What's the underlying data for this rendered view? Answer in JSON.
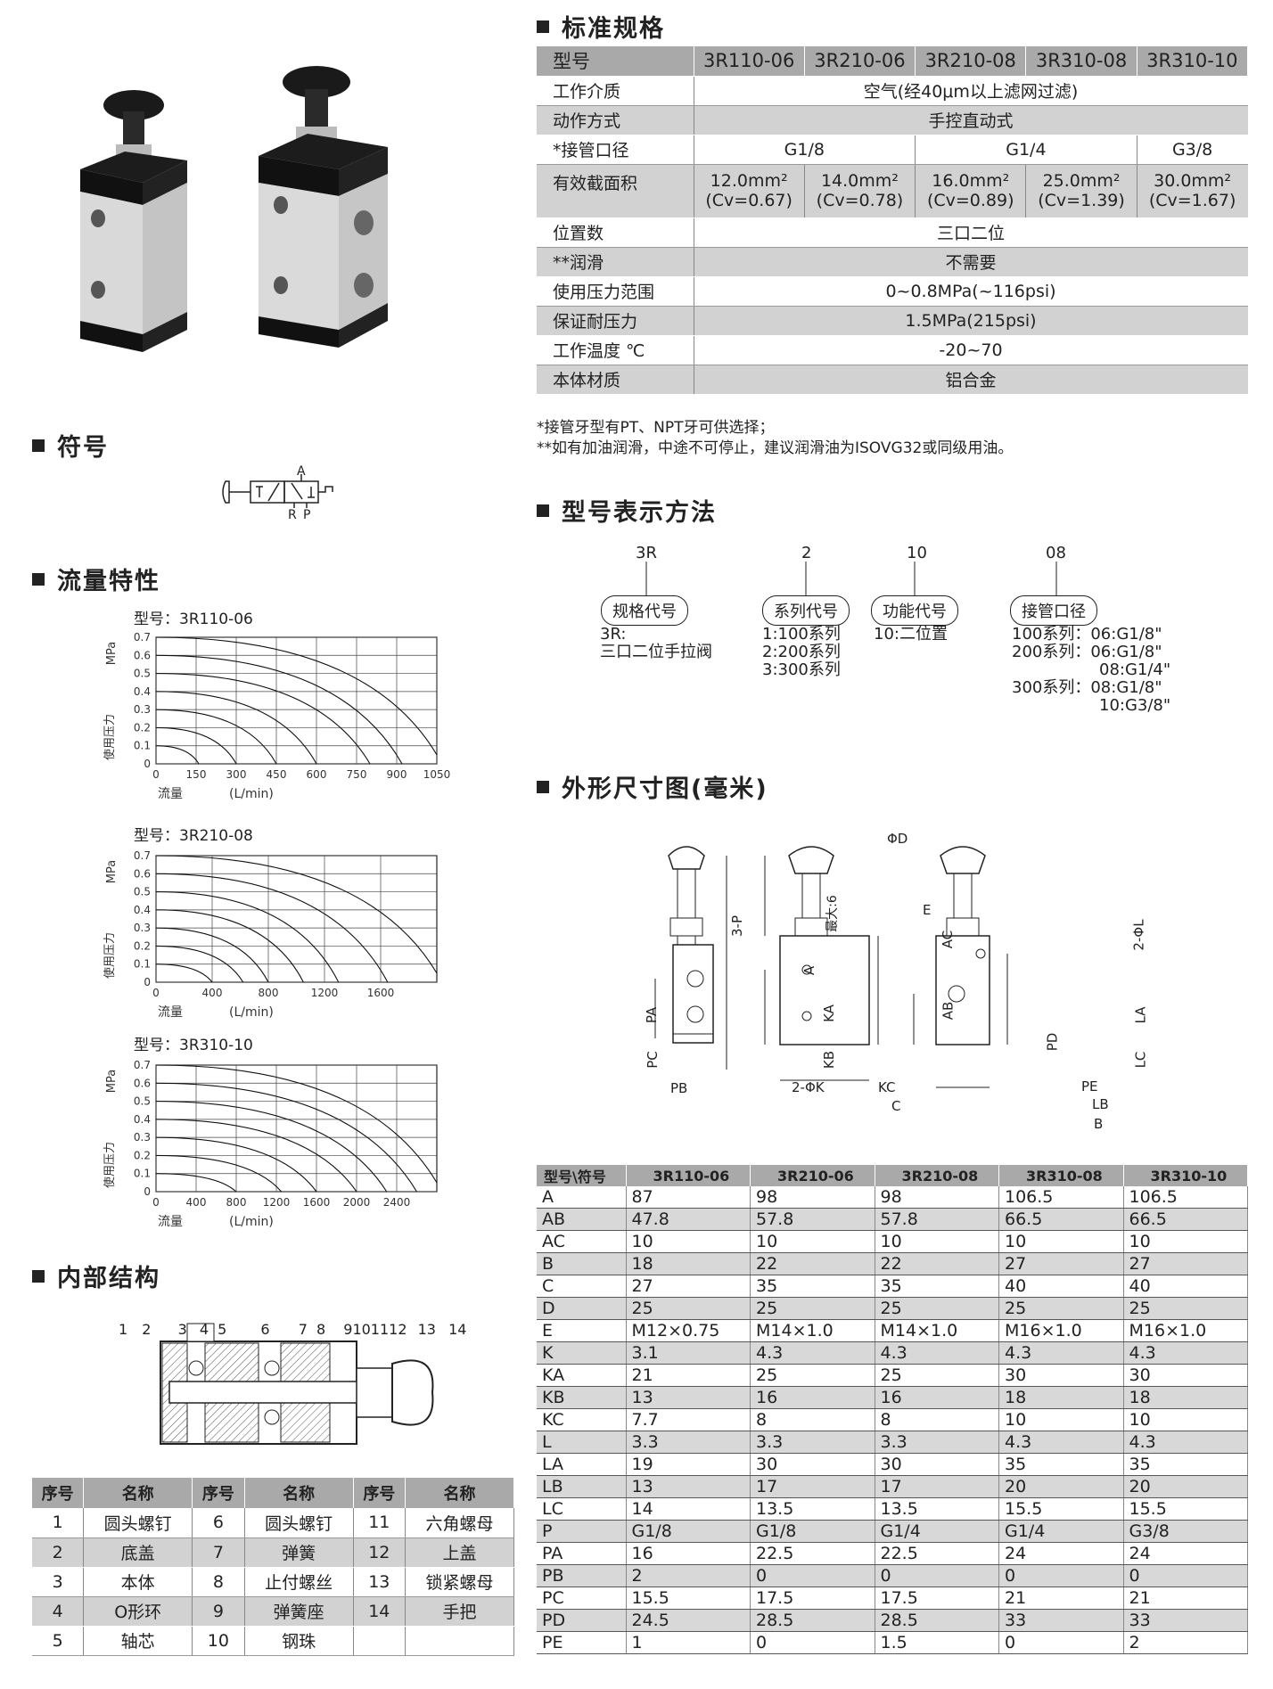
{
  "sections": {
    "spec": "标准规格",
    "symbol": "符号",
    "flow": "流量特性",
    "internal": "内部结构",
    "model": "型号表示方法",
    "dims": "外形尺寸图(毫米)"
  },
  "spec_table": {
    "header_label": "型号",
    "models": [
      "3R110-06",
      "3R210-06",
      "3R210-08",
      "3R310-08",
      "3R310-10"
    ],
    "rows": {
      "medium_label": "工作介质",
      "medium": "空气(经40μm以上滤网过滤)",
      "action_label": "动作方式",
      "action": "手控直动式",
      "port_label": "*接管口径",
      "port_g18": "G1/8",
      "port_g14": "G1/4",
      "port_g38": "G3/8",
      "area_label": "有效截面积",
      "areas": [
        {
          "mm": "12.0mm²",
          "cv": "(Cv=0.67)"
        },
        {
          "mm": "14.0mm²",
          "cv": "(Cv=0.78)"
        },
        {
          "mm": "16.0mm²",
          "cv": "(Cv=0.89)"
        },
        {
          "mm": "25.0mm²",
          "cv": "(Cv=1.39)"
        },
        {
          "mm": "30.0mm²",
          "cv": "(Cv=1.67)"
        }
      ],
      "positions_label": "位置数",
      "positions": "三口二位",
      "lube_label": "**润滑",
      "lube": "不需要",
      "pressure_label": "使用压力范围",
      "pressure": "0~0.8MPa(~116psi)",
      "proof_label": "保证耐压力",
      "proof": "1.5MPa(215psi)",
      "temp_label": "工作温度 ℃",
      "temp": "-20~70",
      "material_label": "本体材质",
      "material": "铝合金"
    },
    "note1": "*接管牙型有PT、NPT牙可供选择；",
    "note2": "**如有加油润滑，中途不可停止，建议润滑油为ISOVG32或同级用油。"
  },
  "symbol_labels": {
    "a": "A",
    "r": "R",
    "p": "P"
  },
  "charts_common": {
    "ylabel": "使用压力",
    "yunit": "MPa",
    "xlabel": "流量",
    "xunit": "(L/min)",
    "yticks": [
      "0.7",
      "0.6",
      "0.5",
      "0.4",
      "0.3",
      "0.2",
      "0.1",
      "0"
    ]
  },
  "chart_data": [
    {
      "type": "line",
      "title": "型号：3R110-06",
      "xticks": [
        "0",
        "150",
        "300",
        "450",
        "600",
        "750",
        "900",
        "1050"
      ],
      "xlim": [
        0,
        1050
      ],
      "ylim": [
        0,
        0.7
      ],
      "series": [
        {
          "start_pressure": 0.7,
          "x": [
            0,
            1050
          ],
          "y": [
            0.7,
            0.05
          ]
        },
        {
          "start_pressure": 0.6,
          "x": [
            0,
            920
          ],
          "y": [
            0.6,
            0
          ]
        },
        {
          "start_pressure": 0.5,
          "x": [
            0,
            800
          ],
          "y": [
            0.5,
            0
          ]
        },
        {
          "start_pressure": 0.4,
          "x": [
            0,
            600
          ],
          "y": [
            0.4,
            0
          ]
        },
        {
          "start_pressure": 0.3,
          "x": [
            0,
            450
          ],
          "y": [
            0.3,
            0
          ]
        },
        {
          "start_pressure": 0.2,
          "x": [
            0,
            300
          ],
          "y": [
            0.2,
            0
          ]
        },
        {
          "start_pressure": 0.1,
          "x": [
            0,
            160
          ],
          "y": [
            0.1,
            0
          ]
        }
      ]
    },
    {
      "type": "line",
      "title": "型号：3R210-08",
      "xticks": [
        "0",
        "400",
        "800",
        "1200",
        "1600"
      ],
      "xlim": [
        0,
        2000
      ],
      "ylim": [
        0,
        0.7
      ],
      "series": [
        {
          "start_pressure": 0.7,
          "x": [
            0,
            2000
          ],
          "y": [
            0.7,
            0.05
          ]
        },
        {
          "start_pressure": 0.6,
          "x": [
            0,
            1650
          ],
          "y": [
            0.6,
            0
          ]
        },
        {
          "start_pressure": 0.5,
          "x": [
            0,
            1300
          ],
          "y": [
            0.5,
            0
          ]
        },
        {
          "start_pressure": 0.4,
          "x": [
            0,
            1050
          ],
          "y": [
            0.4,
            0
          ]
        },
        {
          "start_pressure": 0.3,
          "x": [
            0,
            800
          ],
          "y": [
            0.3,
            0
          ]
        },
        {
          "start_pressure": 0.2,
          "x": [
            0,
            620
          ],
          "y": [
            0.2,
            0
          ]
        },
        {
          "start_pressure": 0.1,
          "x": [
            0,
            400
          ],
          "y": [
            0.1,
            0
          ]
        }
      ]
    },
    {
      "type": "line",
      "title": "型号：3R310-10",
      "xticks": [
        "0",
        "400",
        "800",
        "1200",
        "1600",
        "2000",
        "2400"
      ],
      "xlim": [
        0,
        2800
      ],
      "ylim": [
        0,
        0.7
      ],
      "series": [
        {
          "start_pressure": 0.7,
          "x": [
            0,
            2800
          ],
          "y": [
            0.7,
            0.05
          ]
        },
        {
          "start_pressure": 0.6,
          "x": [
            0,
            2600
          ],
          "y": [
            0.6,
            0
          ]
        },
        {
          "start_pressure": 0.5,
          "x": [
            0,
            2300
          ],
          "y": [
            0.5,
            0
          ]
        },
        {
          "start_pressure": 0.4,
          "x": [
            0,
            2000
          ],
          "y": [
            0.4,
            0
          ]
        },
        {
          "start_pressure": 0.3,
          "x": [
            0,
            1600
          ],
          "y": [
            0.3,
            0
          ]
        },
        {
          "start_pressure": 0.2,
          "x": [
            0,
            1250
          ],
          "y": [
            0.2,
            0
          ]
        },
        {
          "start_pressure": 0.1,
          "x": [
            0,
            800
          ],
          "y": [
            0.1,
            0
          ]
        }
      ]
    }
  ],
  "internal_numbers": [
    "1",
    "2",
    "3",
    "4",
    "5",
    "6",
    "7",
    "8",
    "9",
    "10",
    "11",
    "12",
    "13",
    "14"
  ],
  "parts_table": {
    "headers": [
      "序号",
      "名称",
      "序号",
      "名称",
      "序号",
      "名称"
    ],
    "rows": [
      [
        "1",
        "圆头螺钉",
        "6",
        "圆头螺钉",
        "11",
        "六角螺母"
      ],
      [
        "2",
        "底盖",
        "7",
        "弹簧",
        "12",
        "上盖"
      ],
      [
        "3",
        "本体",
        "8",
        "止付螺丝",
        "13",
        "锁紧螺母"
      ],
      [
        "4",
        "O形环",
        "9",
        "弹簧座",
        "14",
        "手把"
      ],
      [
        "5",
        "轴芯",
        "10",
        "钢珠",
        "",
        ""
      ]
    ]
  },
  "model_code": {
    "c1": "3R",
    "c2": "2",
    "c3": "10",
    "c4": "08",
    "p1": "规格代号",
    "p2": "系列代号",
    "p3": "功能代号",
    "p4": "接管口径",
    "d1": [
      "3R:",
      "三口二位手拉阀"
    ],
    "d2": [
      "1:100系列",
      "2:200系列",
      "3:300系列"
    ],
    "d3": [
      "10:二位置"
    ],
    "d4": [
      "100系列：06:G1/8\"",
      "200系列：06:G1/8\"",
      "08:G1/4\"",
      "300系列：08:G1/8\"",
      "10:G3/8\""
    ]
  },
  "drawing_labels": {
    "p3": "3-P",
    "pa": "PA",
    "pc": "PC",
    "pb": "PB",
    "od": "ΦD",
    "max6": "最大:6",
    "e": "E",
    "ac": "AC",
    "a": "A",
    "ka": "KA",
    "ab": "AB",
    "kb": "KB",
    "k2": "2-ΦK",
    "kc": "KC",
    "c": "C",
    "l2": "2-ΦL",
    "la": "LA",
    "pd": "PD",
    "lc": "LC",
    "pe": "PE",
    "lb": "LB",
    "b": "B"
  },
  "dims_table": {
    "headers": [
      "型号\\符号",
      "3R110-06",
      "3R210-06",
      "3R210-08",
      "3R310-08",
      "3R310-10"
    ],
    "rows": [
      [
        "A",
        "87",
        "98",
        "98",
        "106.5",
        "106.5"
      ],
      [
        "AB",
        "47.8",
        "57.8",
        "57.8",
        "66.5",
        "66.5"
      ],
      [
        "AC",
        "10",
        "10",
        "10",
        "10",
        "10"
      ],
      [
        "B",
        "18",
        "22",
        "22",
        "27",
        "27"
      ],
      [
        "C",
        "27",
        "35",
        "35",
        "40",
        "40"
      ],
      [
        "D",
        "25",
        "25",
        "25",
        "25",
        "25"
      ],
      [
        "E",
        "M12×0.75",
        "M14×1.0",
        "M14×1.0",
        "M16×1.0",
        "M16×1.0"
      ],
      [
        "K",
        "3.1",
        "4.3",
        "4.3",
        "4.3",
        "4.3"
      ],
      [
        "KA",
        "21",
        "25",
        "25",
        "30",
        "30"
      ],
      [
        "KB",
        "13",
        "16",
        "16",
        "18",
        "18"
      ],
      [
        "KC",
        "7.7",
        "8",
        "8",
        "10",
        "10"
      ],
      [
        "L",
        "3.3",
        "3.3",
        "3.3",
        "4.3",
        "4.3"
      ],
      [
        "LA",
        "19",
        "30",
        "30",
        "35",
        "35"
      ],
      [
        "LB",
        "13",
        "17",
        "17",
        "20",
        "20"
      ],
      [
        "LC",
        "14",
        "13.5",
        "13.5",
        "15.5",
        "15.5"
      ],
      [
        "P",
        "G1/8",
        "G1/8",
        "G1/4",
        "G1/4",
        "G3/8"
      ],
      [
        "PA",
        "16",
        "22.5",
        "22.5",
        "24",
        "24"
      ],
      [
        "PB",
        "2",
        "0",
        "0",
        "0",
        "0"
      ],
      [
        "PC",
        "15.5",
        "17.5",
        "17.5",
        "21",
        "21"
      ],
      [
        "PD",
        "24.5",
        "28.5",
        "28.5",
        "33",
        "33"
      ],
      [
        "PE",
        "1",
        "0",
        "1.5",
        "0",
        "2"
      ]
    ]
  }
}
